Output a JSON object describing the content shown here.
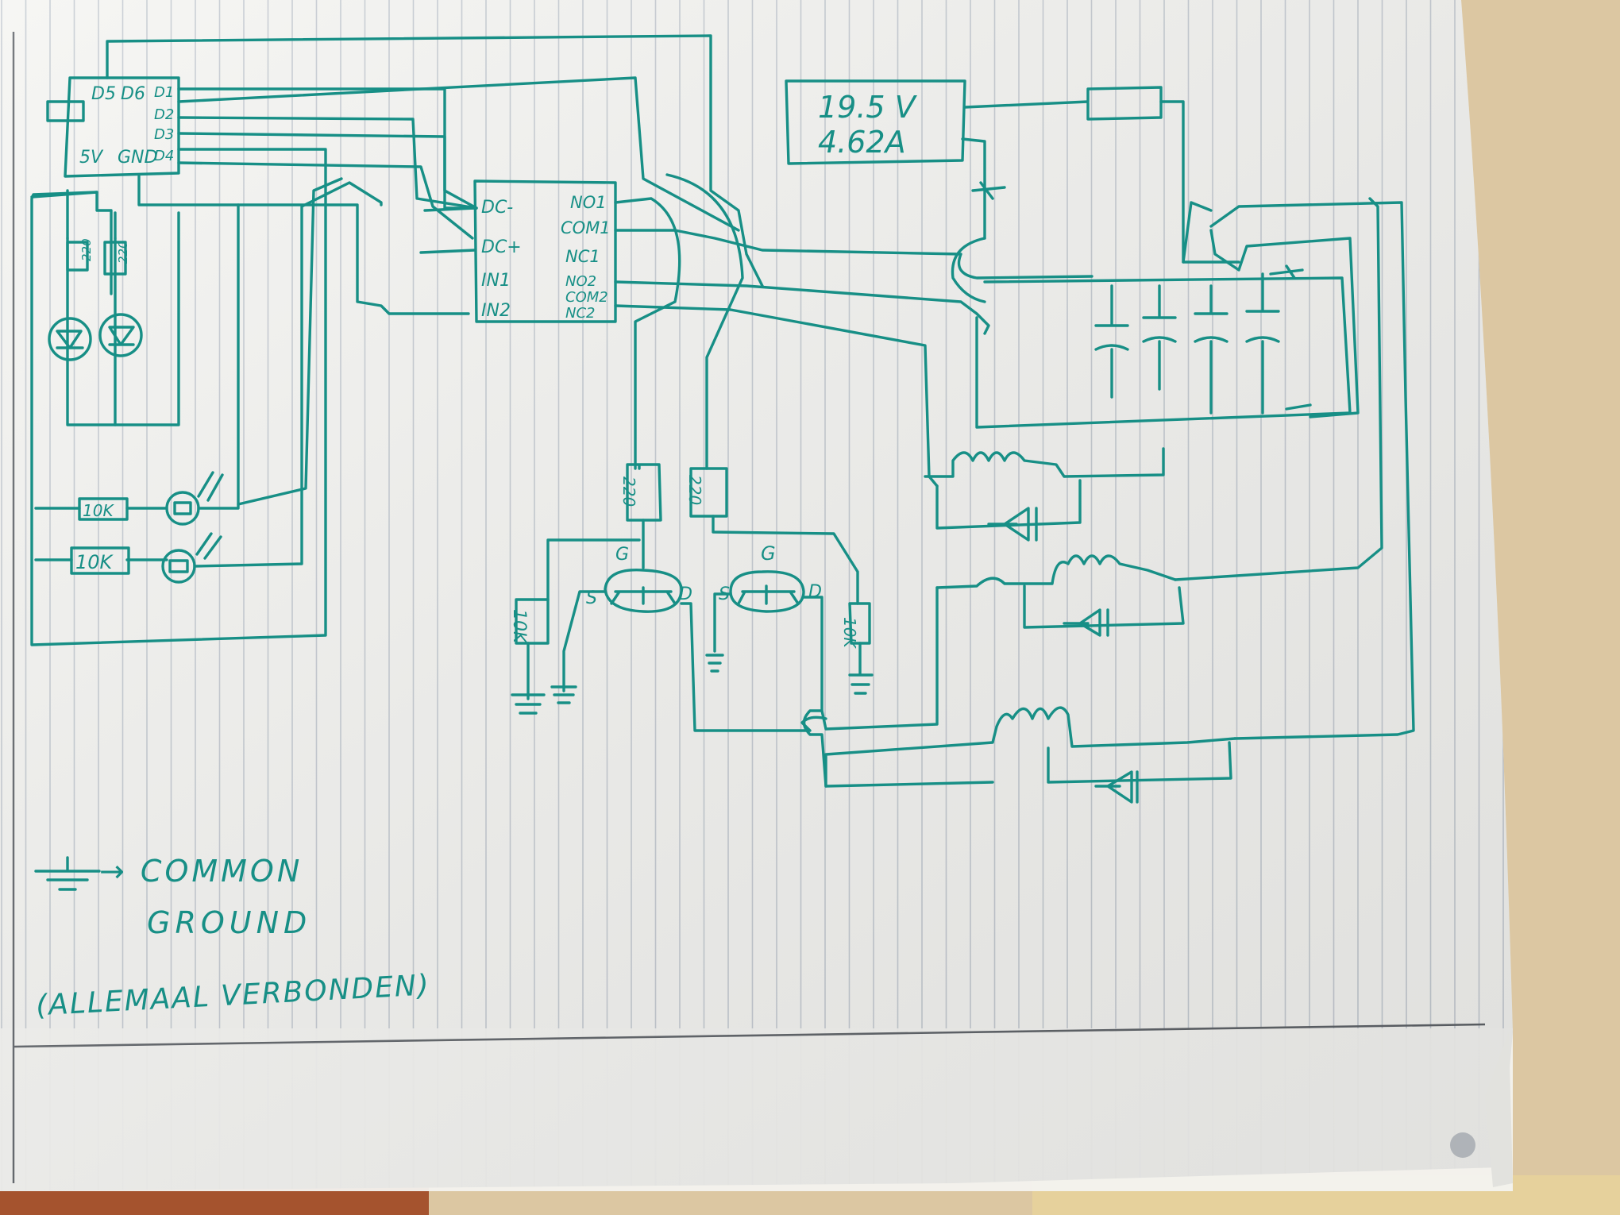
{
  "colors": {
    "ink": "#178f86",
    "paper": "#f4f4f1",
    "rule_line": "#b9bfc6",
    "background_table": "#d9c3a0"
  },
  "arduino": {
    "pins_top": [
      "D5",
      "D6"
    ],
    "pins_right": [
      "D1",
      "D2",
      "D3",
      "D4"
    ],
    "pins_bottom": [
      "5V",
      "GND"
    ]
  },
  "relay_module": {
    "left_pins": [
      "DC-",
      "DC+",
      "IN1",
      "IN2"
    ],
    "right_pins": [
      "NO1",
      "COM1",
      "NC1",
      "NO2",
      "COM2",
      "NC2"
    ]
  },
  "power_supply": {
    "voltage": "19.5 V",
    "current": "4.62A"
  },
  "resistors": {
    "led_resistor_1": "220",
    "led_resistor_2": "220",
    "ldr_resistor_1": "10K",
    "ldr_resistor_2": "10K",
    "gate_resistor_1": "220",
    "gate_resistor_2": "220",
    "pulldown_1": "10K",
    "pulldown_2": "10K"
  },
  "mosfet_labels": {
    "gate": "G",
    "source": "S",
    "drain": "D"
  },
  "legend": {
    "line1": "→ COMMON",
    "line2": "GROUND",
    "line3": "(ALLEMAAL VERBONDEN)"
  }
}
